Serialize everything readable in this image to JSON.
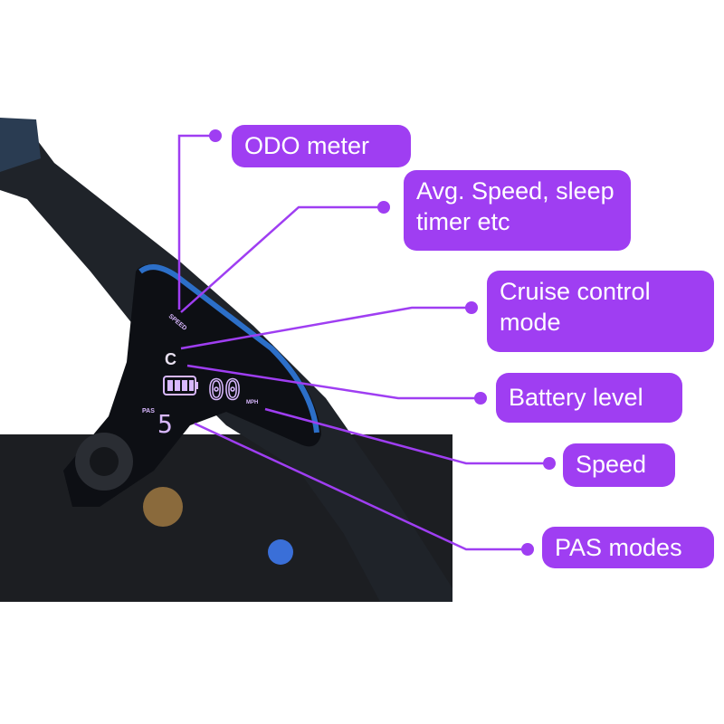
{
  "colors": {
    "accent": "#9f3ef2",
    "display_text": "#d9b8ff"
  },
  "display": {
    "speed_label": "SPEED",
    "cruise_indicator": "C",
    "speed_value": "00",
    "speed_unit": "MPH",
    "pas_label": "PAS",
    "pas_value": "5",
    "battery_bars": 4
  },
  "callouts": [
    {
      "label": "ODO meter"
    },
    {
      "label": "Avg. Speed, sleep timer etc"
    },
    {
      "label": "Cruise control mode"
    },
    {
      "label": "Battery level"
    },
    {
      "label": "Speed"
    },
    {
      "label": "PAS modes"
    }
  ]
}
